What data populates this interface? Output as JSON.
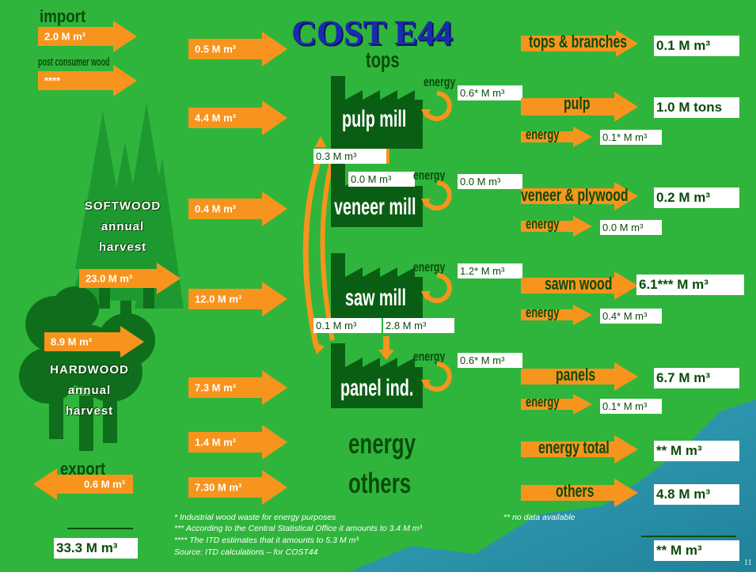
{
  "title": "COST E44",
  "page_number": "11",
  "colors": {
    "background": "#2fb53b",
    "arrow": "#f7941d",
    "factory": "#0a5e14",
    "label": "#0a4c0a",
    "tree_light": "#1e9930",
    "tree_dark": "#0f6e1c"
  },
  "inputs": {
    "import_label": "import",
    "import_value": "2.0 M m³",
    "post_consumer_label": "post consumer wood",
    "post_consumer_value": "****",
    "softwood_line1": "SOFTWOOD",
    "softwood_line2": "annual",
    "softwood_line3": "harvest",
    "softwood_value": "23.0 M m³",
    "hardwood_line1": "HARDWOOD",
    "hardwood_line2": "annual",
    "hardwood_line3": "harvest",
    "hardwood_value": "8.9 M m³",
    "export_label": "export",
    "export_value": "0.6 M m³",
    "total": "33.3 M m³"
  },
  "flows": {
    "to_tops": "0.5 M m³",
    "to_pulp": "4.4 M m³",
    "to_veneer": "0.4 M m³",
    "to_saw": "12.0 M m³",
    "to_panel": "7.3 M m³",
    "to_energy": "1.4 M m³",
    "to_others": "7.30 M m³"
  },
  "mills": {
    "tops_label": "tops",
    "pulp": "pulp mill",
    "veneer": "veneer mill",
    "saw": "saw mill",
    "panel": "panel ind.",
    "energy_label": "energy",
    "others_label": "others"
  },
  "internal": {
    "veneer_to_pulp": "0.3 M m³",
    "veneer_energy_box": "0.0 M m³",
    "saw_left": "0.1 M m³",
    "saw_right": "2.8 M m³",
    "energy_word": "energy",
    "pulp_energy": "0.6* M m³",
    "veneer_energy": "0.0 M m³",
    "saw_energy": "1.2* M m³",
    "panel_energy": "0.6* M m³"
  },
  "outputs": {
    "tops_label": "tops & branches",
    "tops_value": "0.1 M m³",
    "pulp_label": "pulp",
    "pulp_value": "1.0 M tons",
    "pulp_energy_value": "0.1* M m³",
    "veneer_label": "veneer & plywood",
    "veneer_value": "0.2 M m³",
    "veneer_energy_value": "0.0 M m³",
    "sawn_label": "sawn wood",
    "sawn_value": "6.1*** M  m³",
    "sawn_energy_value": "0.4* M m³",
    "panels_label": "panels",
    "panels_value": "6.7 M m³",
    "panels_energy_value": "0.1* M m³",
    "energy_word": "energy",
    "energy_total_label": "energy total",
    "energy_total_value": "** M m³",
    "others_label": "others",
    "others_value": "4.8 M m³",
    "total": "** M m³"
  },
  "notes": {
    "n1": "*  Industrial wood waste for energy purposes",
    "n2": "** no data available",
    "n3": "*** According to the Central Statistical Office it amounts to 3.4 M m³",
    "n4": "**** The ITD estimates that it amounts to 5.3 M m³",
    "n5": "Source: ITD calculations – for COST44"
  }
}
